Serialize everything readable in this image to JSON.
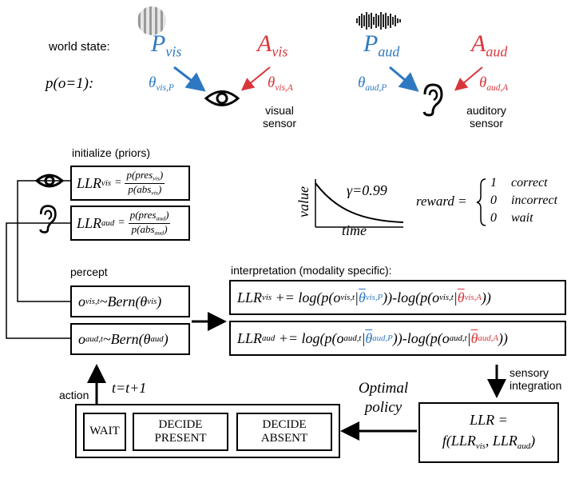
{
  "top": {
    "world_state_label": "world state:",
    "p_label": "p(o=1):",
    "visual": {
      "P": "P",
      "P_sub": "vis",
      "A": "A",
      "A_sub": "vis",
      "theta": "θ",
      "theta_P_sub": "vis,P",
      "theta_A_sub": "vis,A",
      "sensor_line1": "visual",
      "sensor_line2": "sensor"
    },
    "auditory": {
      "P": "P",
      "P_sub": "aud",
      "A": "A",
      "A_sub": "aud",
      "theta": "θ",
      "theta_P_sub": "aud,P",
      "theta_A_sub": "aud,A",
      "sensor_line1": "auditory",
      "sensor_line2": "sensor"
    }
  },
  "initialize": {
    "title": "initialize (priors)",
    "llr_vis": {
      "lhs": "LLR",
      "lhs_sub": "vis",
      "eq": "=",
      "num": "p(pres",
      "num_sub": "vis",
      "num_close": ")",
      "den": "p(abs",
      "den_sub": "vis",
      "den_close": ")"
    },
    "llr_aud": {
      "lhs": "LLR",
      "lhs_sub": "aud",
      "eq": "=",
      "num": "p(pres",
      "num_sub": "aud",
      "num_close": ")",
      "den": "p(abs",
      "den_sub": "aud",
      "den_close": ")"
    }
  },
  "discount": {
    "ylabel": "value",
    "xlabel": "time",
    "gamma": "γ=0.99"
  },
  "reward": {
    "label": "reward =",
    "cases": [
      {
        "value": "1",
        "outcome": "correct"
      },
      {
        "value": "0",
        "outcome": "incorrect"
      },
      {
        "value": "0",
        "outcome": "wait"
      }
    ]
  },
  "percept": {
    "title": "percept",
    "vis": {
      "o": "o",
      "o_sub": "vis,t",
      "rest": "~Bern(θ",
      "theta_sub": "vis",
      "close": ")"
    },
    "aud": {
      "o": "o",
      "o_sub": "aud,t",
      "rest": "~Bern(θ",
      "theta_sub": "aud",
      "close": ")"
    }
  },
  "interpretation": {
    "title": "interpretation (modality specific):",
    "vis": {
      "lhs": "LLR",
      "lhs_sub": "vis",
      "op": " += ",
      "a": "log(p(o",
      "o_sub": "vis,t",
      "bar1": "|",
      "theta": "θ",
      "tP_sub": "vis,P",
      "mid": "))-log(p(o",
      "o_sub2": "vis,t",
      "bar2": "|",
      "tA_sub": "vis,A",
      "end": "))"
    },
    "aud": {
      "lhs": "LLR",
      "lhs_sub": "aud",
      "op": " += ",
      "a": "log(p(o",
      "o_sub": "aud,t",
      "bar1": "|",
      "theta": "θ",
      "tP_sub": "aud,P",
      "mid": "))-log(p(o",
      "o_sub2": "aud,t",
      "bar2": "|",
      "tA_sub": "aud,A",
      "end": "))"
    }
  },
  "integration": {
    "line1": "sensory",
    "line2": "integration"
  },
  "llr_box": {
    "line1": "LLR =",
    "f": "f(LLR",
    "s1": "vis",
    "comma": ", LLR",
    "s2": "aud",
    "close": ")"
  },
  "policy": {
    "line1": "Optimal",
    "line2": "policy"
  },
  "actions": {
    "label": "action",
    "update": "t=t+1",
    "buttons": [
      {
        "line1": "WAIT",
        "line2": ""
      },
      {
        "line1": "DECIDE",
        "line2": "PRESENT"
      },
      {
        "line1": "DECIDE",
        "line2": "ABSENT"
      }
    ]
  },
  "colors": {
    "blue": "#2E78C2",
    "red": "#D9363B"
  },
  "icons": [
    "grating-stimulus-icon",
    "sound-waveform-icon",
    "eye-icon",
    "ear-icon"
  ]
}
